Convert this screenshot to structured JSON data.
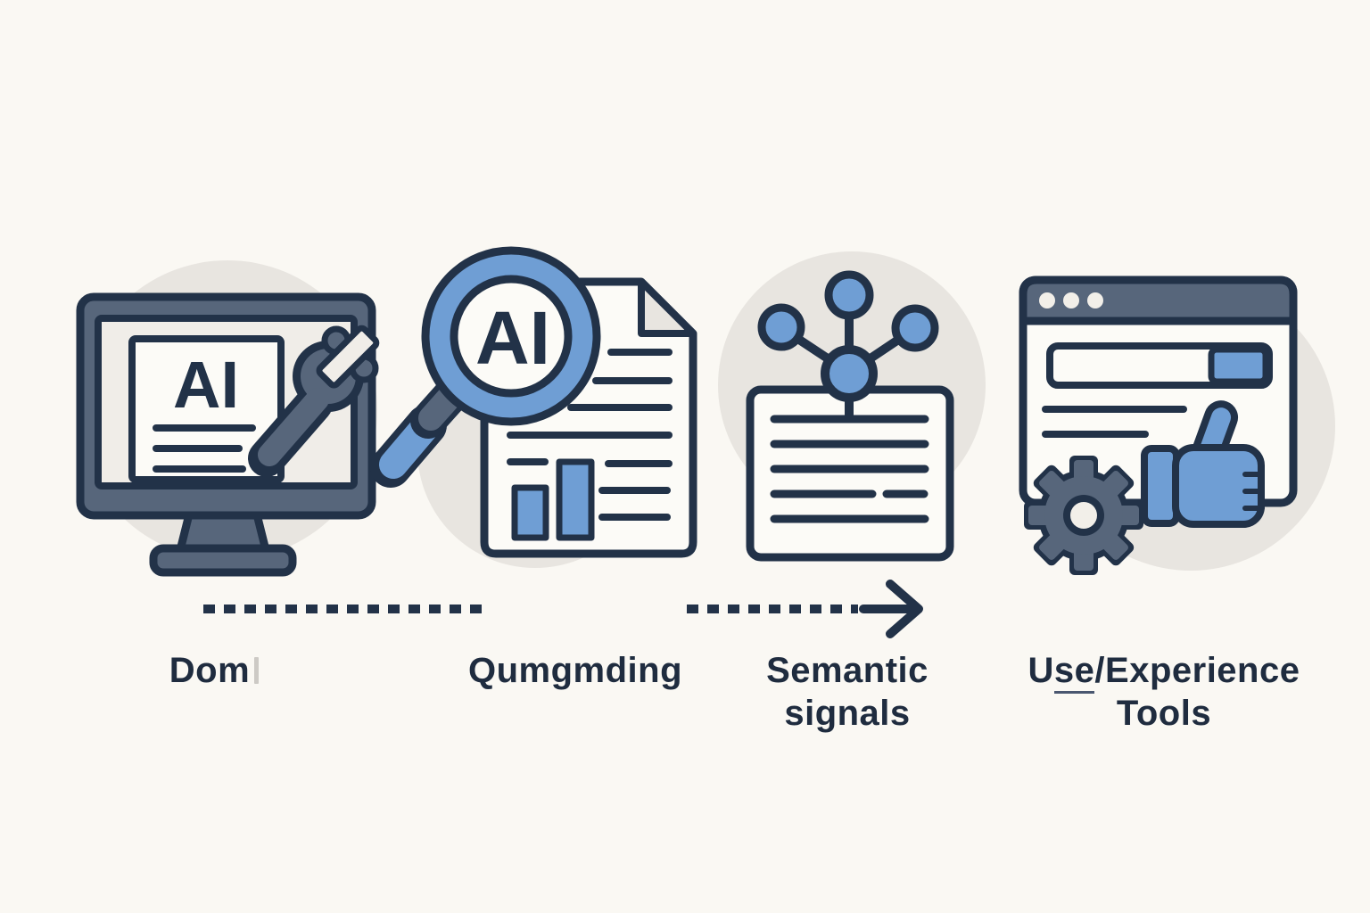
{
  "colors": {
    "bg": "#faf8f3",
    "circle": "#e8e5e0",
    "navy": "#223248",
    "slate": "#57667b",
    "blue": "#6f9ed4",
    "paper": "#fcfbf7",
    "screen": "#f0ede8",
    "light": "#f2efe9",
    "text": "#1f2c3f"
  },
  "steps": [
    {
      "id": "step-1",
      "icon": "monitor-with-ai-document-and-wrench",
      "icon_text": "AI",
      "label": "Dom"
    },
    {
      "id": "step-2",
      "icon": "magnifying-glass-ai-over-report-document",
      "icon_text": "AI",
      "label": "Qumgmding"
    },
    {
      "id": "step-3",
      "icon": "card-with-semantic-network-nodes",
      "label_line1": "Semantic",
      "label_line2": "signals"
    },
    {
      "id": "step-4",
      "icon": "browser-window-with-gear-and-thumbs-up",
      "label_line1_pre": "U",
      "label_line1_underlined": "se",
      "label_line1_post": "/Experience",
      "label_line2": "Tools"
    }
  ],
  "connectors": [
    {
      "style": "dotted",
      "arrowhead": false,
      "between": "step-1 and step-2"
    },
    {
      "style": "dotted",
      "arrowhead": true,
      "between": "step-2 and step-3"
    }
  ]
}
